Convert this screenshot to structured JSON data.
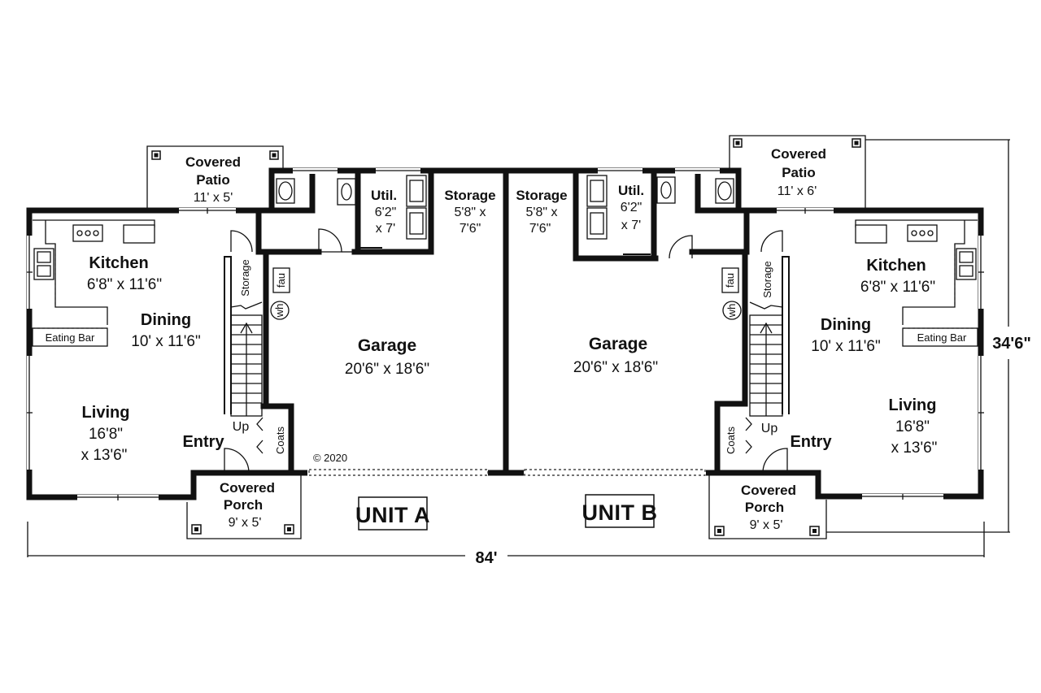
{
  "rooms": {
    "a_covered_patio": {
      "name_1": "Covered",
      "name_2": "Patio",
      "dims": "11' x 5'"
    },
    "a_util": {
      "name": "Util.",
      "dims_1": "6'2\"",
      "dims_2": "x 7'"
    },
    "a_storage": {
      "name": "Storage",
      "dims_1": "5'8\" x",
      "dims_2": "7'6\""
    },
    "a_kitchen": {
      "name": "Kitchen",
      "dims": "6'8\" x 11'6\""
    },
    "a_dining": {
      "name": "Dining",
      "dims": "10' x 11'6\""
    },
    "a_eating_bar": "Eating Bar",
    "a_living": {
      "name": "Living",
      "dims_1": "16'8\"",
      "dims_2": "x 13'6\""
    },
    "a_entry": "Entry",
    "a_garage": {
      "name": "Garage",
      "dims": "20'6\" x 18'6\""
    },
    "a_covered_porch": {
      "name_1": "Covered",
      "name_2": "Porch",
      "dims": "9' x 5'"
    },
    "a_stair_storage": "Storage",
    "a_coats": "Coats",
    "a_up": "Up",
    "a_fau": "fau",
    "a_wh": "wh",
    "b_covered_patio": {
      "name_1": "Covered",
      "name_2": "Patio",
      "dims": "11' x 6'"
    },
    "b_util": {
      "name": "Util.",
      "dims_1": "6'2\"",
      "dims_2": "x 7'"
    },
    "b_storage": {
      "name": "Storage",
      "dims_1": "5'8\" x",
      "dims_2": "7'6\""
    },
    "b_kitchen": {
      "name": "Kitchen",
      "dims": "6'8\" x 11'6\""
    },
    "b_dining": {
      "name": "Dining",
      "dims": "10' x 11'6\""
    },
    "b_eating_bar": "Eating Bar",
    "b_living": {
      "name": "Living",
      "dims_1": "16'8\"",
      "dims_2": "x 13'6\""
    },
    "b_entry": "Entry",
    "b_garage": {
      "name": "Garage",
      "dims": "20'6\" x 18'6\""
    },
    "b_covered_porch": {
      "name_1": "Covered",
      "name_2": "Porch",
      "dims": "9' x 5'"
    },
    "b_stair_storage": "Storage",
    "b_coats": "Coats",
    "b_up": "Up",
    "b_fau": "fau",
    "b_wh": "wh"
  },
  "labels": {
    "unit_a": "UNIT A",
    "unit_b": "UNIT B",
    "overall_width": "84'",
    "overall_depth": "34'6\"",
    "copyright": "© 2020"
  }
}
